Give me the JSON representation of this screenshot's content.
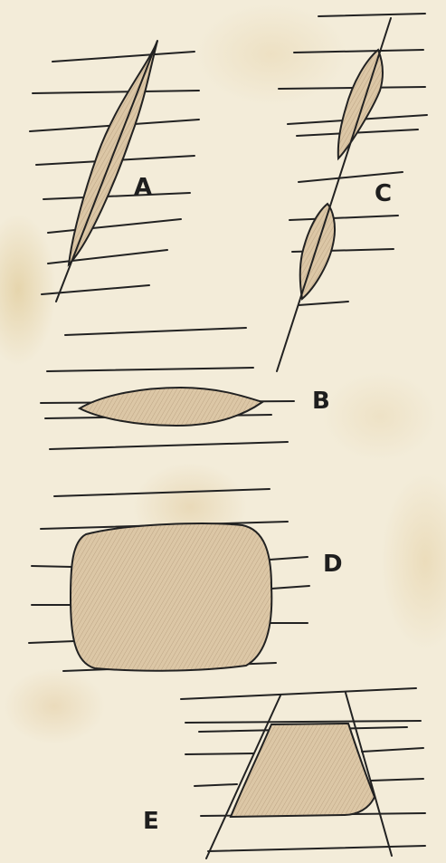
{
  "figure": {
    "labels": [
      "A",
      "B",
      "C",
      "D",
      "E"
    ]
  }
}
